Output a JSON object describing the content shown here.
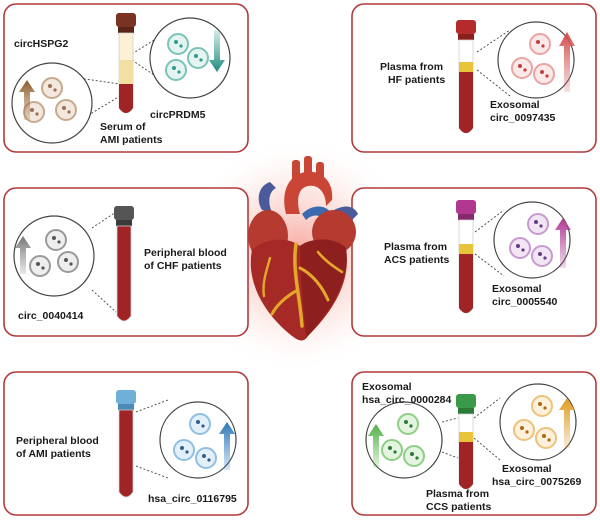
{
  "panels": [
    {
      "id": "p1",
      "labels": {
        "circ_a": "circHSPG2",
        "circ_b": "circPRDM5",
        "source_1": "Serum of",
        "source_2": "AMI patients"
      },
      "cap_color": "#7a3323",
      "arrows": [
        {
          "direction": "up",
          "color": "#a06a3a"
        },
        {
          "direction": "down",
          "color": "#2e9c8f"
        }
      ]
    },
    {
      "id": "p2",
      "labels": {
        "source_1": "Plasma from",
        "source_2": "HF patients",
        "circ_1": "Exosomal",
        "circ_2": "circ_0097435"
      },
      "cap_color": "#b52a2a",
      "arrows": [
        {
          "direction": "up",
          "color": "#d96a6a"
        }
      ]
    },
    {
      "id": "p3",
      "labels": {
        "source_1": "Peripheral blood",
        "source_2": "of CHF patients",
        "circ": "circ_0040414"
      },
      "cap_color": "#555555",
      "arrows": [
        {
          "direction": "up",
          "color": "#8a8a8a"
        }
      ]
    },
    {
      "id": "p4",
      "labels": {
        "source_1": "Plasma from",
        "source_2": "ACS patients",
        "circ_1": "Exosomal",
        "circ_2": "circ_0005540"
      },
      "cap_color": "#b0388f",
      "arrows": [
        {
          "direction": "up",
          "color": "#b04a9a"
        }
      ]
    },
    {
      "id": "p5",
      "labels": {
        "source_1": "Peripheral blood",
        "source_2": "of AMI patients",
        "circ": "hsa_circ_0116795"
      },
      "cap_color": "#6fb0d8",
      "arrows": [
        {
          "direction": "up",
          "color": "#3a86c4"
        }
      ]
    },
    {
      "id": "p6",
      "labels": {
        "circ_a1": "Exosomal",
        "circ_a2": "hsa_circ_0000284",
        "circ_b1": "Exosomal",
        "circ_b2": "hsa_circ_0075269",
        "source_1": "Plasma from",
        "source_2": "CCS patients"
      },
      "cap_color": "#3a9a4a",
      "arrows": [
        {
          "direction": "up",
          "color": "#6cbf5a"
        },
        {
          "direction": "up",
          "color": "#e0a030"
        }
      ]
    }
  ],
  "colors": {
    "panel_border": "#b33a3a",
    "blood": "#a02326",
    "serum": "#f3dfa2",
    "plasma_band": "#e8c43a",
    "heart_glow": "#f05a4a"
  },
  "icons": [
    "blood-tube-icon",
    "exosome-icon",
    "arrow-up-icon",
    "arrow-down-icon",
    "heart-icon"
  ]
}
